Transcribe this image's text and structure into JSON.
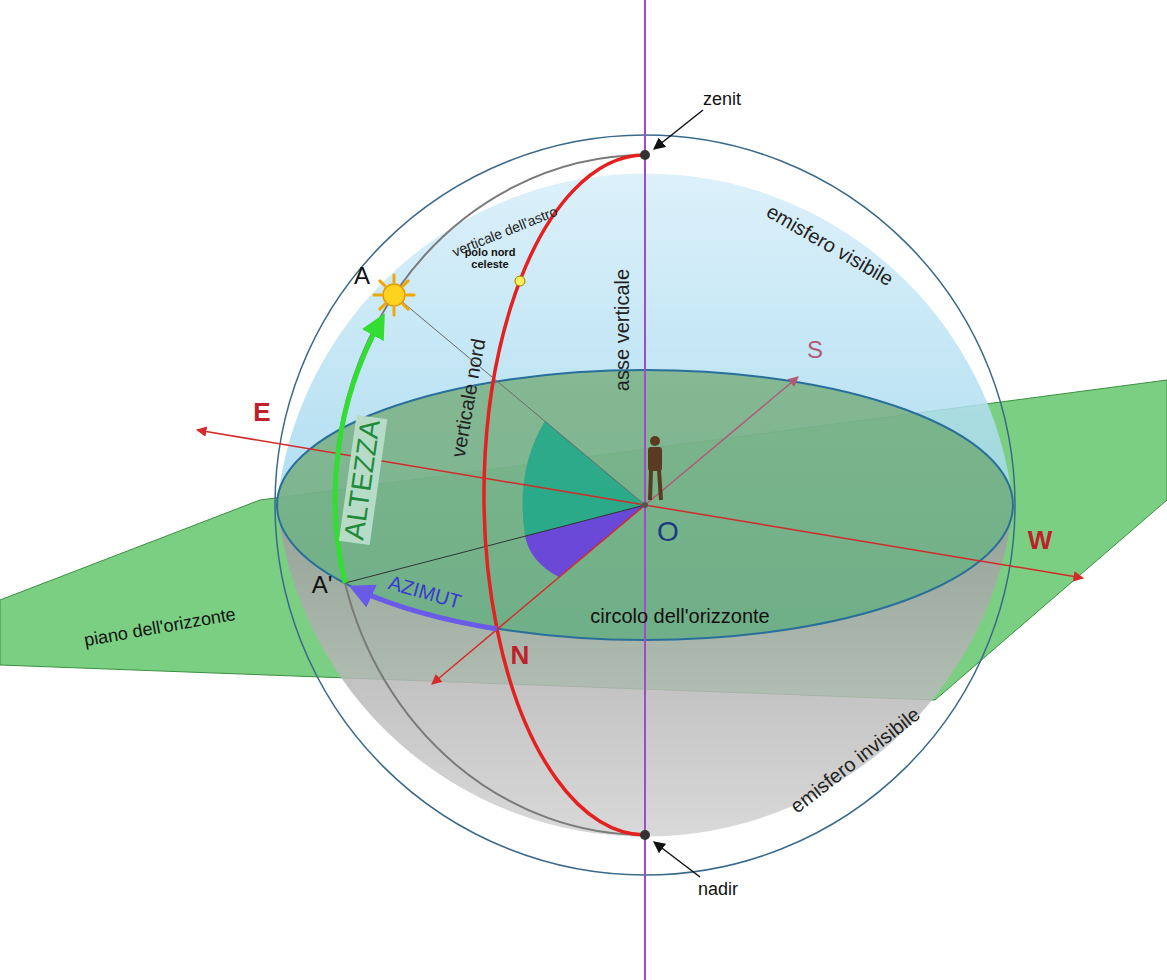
{
  "diagram": {
    "labels": [
      "zenit",
      "emisfero visibile",
      "verticale dell'astro",
      "polo nord celeste",
      "A",
      "asse verticale",
      "S",
      "ALTEZZA",
      "verticale nord",
      "E",
      "O",
      "W",
      "A'",
      "AZIMUT",
      "N",
      "circolo dell'orizzonte",
      "piano dell'orizzonte",
      "emisfero invisibile",
      "nadir"
    ]
  }
}
